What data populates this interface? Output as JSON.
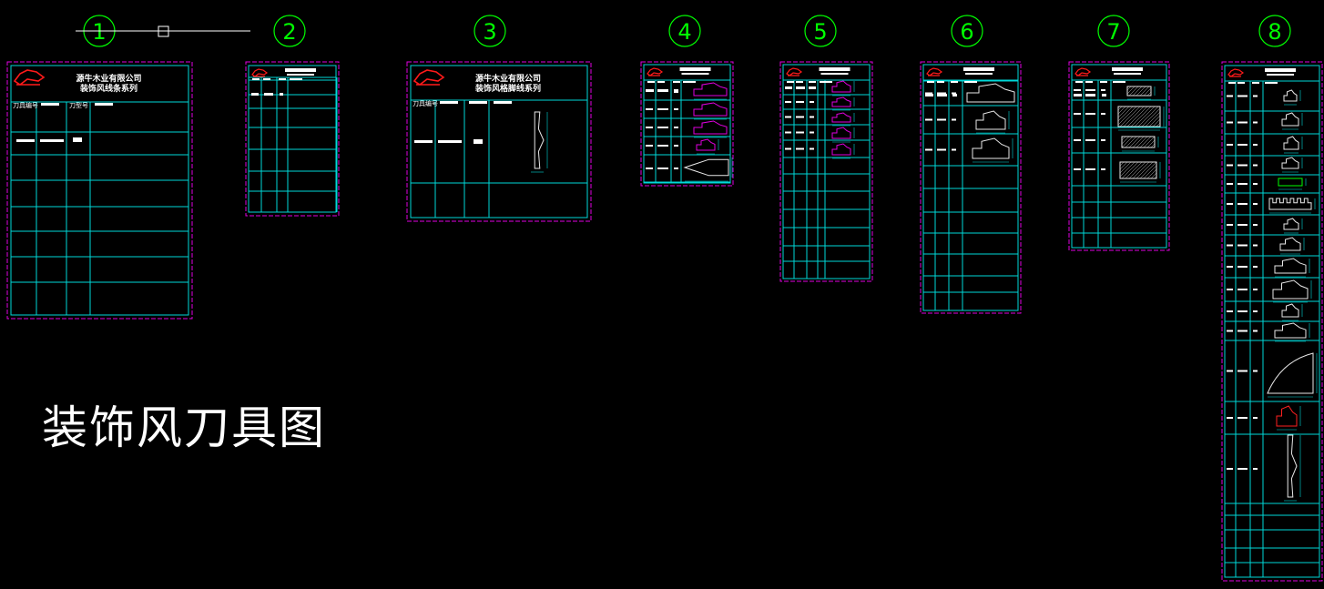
{
  "drawing_title": "装饰风刀具图",
  "sheets": [
    {
      "number": "1",
      "company": "源牛木业有限公司",
      "series": "装饰风线条系列",
      "headers": [
        "刀具编号",
        "",
        "刀型号",
        ""
      ]
    },
    {
      "number": "2",
      "company": "",
      "series": "",
      "headers": []
    },
    {
      "number": "3",
      "company": "源牛木业有限公司",
      "series": "装饰风格脚线系列",
      "headers": [
        "刀具编号",
        "",
        "",
        ""
      ]
    },
    {
      "number": "4",
      "company": "",
      "series": "",
      "headers": []
    },
    {
      "number": "5",
      "company": "",
      "series": "",
      "headers": []
    },
    {
      "number": "6",
      "company": "",
      "series": "",
      "headers": []
    },
    {
      "number": "7",
      "company": "",
      "series": "",
      "headers": []
    },
    {
      "number": "8",
      "company": "",
      "series": "",
      "headers": []
    }
  ],
  "colors": {
    "background": "#000000",
    "grid": "#00d8d8",
    "border": "#e000e0",
    "marker": "#00ff00",
    "logo": "#ff1a1a",
    "text": "#ffffff"
  }
}
